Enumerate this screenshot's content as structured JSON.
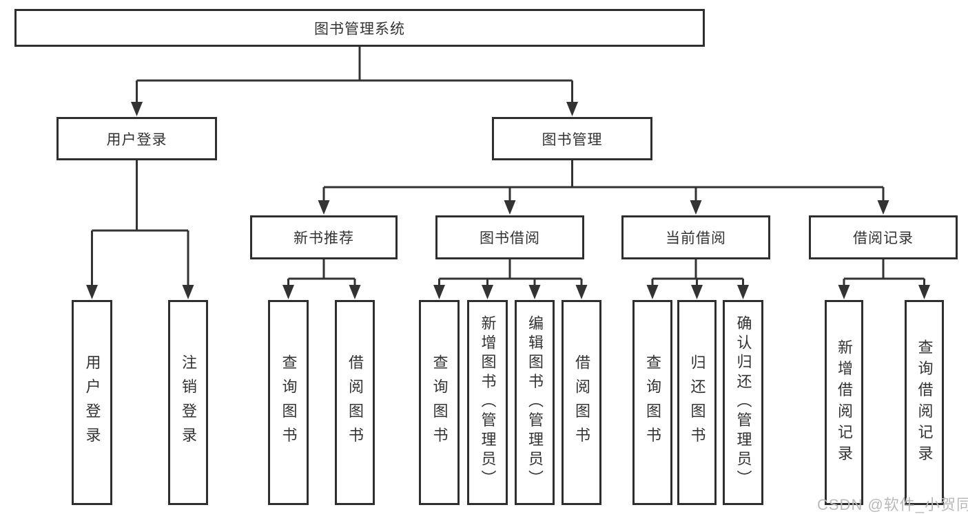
{
  "tree": {
    "root": "图书管理系统",
    "branches": [
      {
        "label": "用户登录",
        "children": [
          "用户登录",
          "注销登录"
        ]
      },
      {
        "label": "图书管理",
        "groups": [
          {
            "label": "新书推荐",
            "children": [
              "查询图书",
              "借阅图书"
            ]
          },
          {
            "label": "图书借阅",
            "children": [
              "查询图书",
              "新增图书（管理员）",
              "编辑图书（管理员）",
              "借阅图书"
            ]
          },
          {
            "label": "当前借阅",
            "children": [
              "查询图书",
              "归还图书",
              "确认归还（管理员）"
            ]
          },
          {
            "label": "借阅记录",
            "children": [
              "新增借阅记录",
              "查询借阅记录"
            ]
          }
        ]
      }
    ]
  },
  "watermark": "CSDN @软件_小贺同学",
  "colors": {
    "line": "#333333",
    "border": "#2e2e2e",
    "text": "#333333",
    "watermark": "#b9b9b9",
    "background": "#ffffff"
  }
}
